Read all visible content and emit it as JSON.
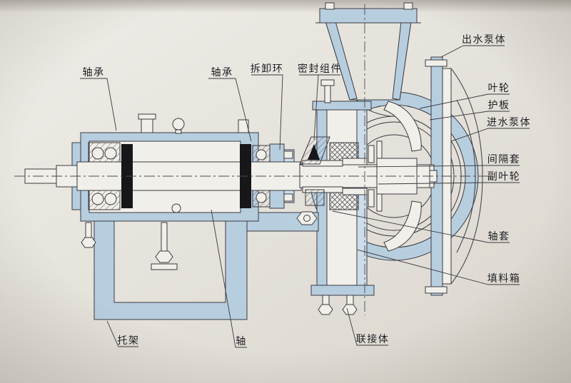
{
  "meta": {
    "background_color": "#e6e3dd",
    "line_color": "#3b3b40",
    "part_highlight_color": "#b7cedf"
  },
  "labels": {
    "bearing_left": "轴承",
    "bearing_right": "轴承",
    "removal_ring": "拆卸环",
    "seal_assembly": "密封组件",
    "outlet_body": "出水泵体",
    "impeller": "叶轮",
    "guard_plate": "护板",
    "inlet_body": "进水泵体",
    "spacer_sleeve": "间隔套",
    "expeller": "副叶轮",
    "shaft_sleeve": "轴套",
    "stuffing_box": "填料箱",
    "bracket": "托架",
    "shaft": "轴",
    "connecting_body": "联接体"
  }
}
